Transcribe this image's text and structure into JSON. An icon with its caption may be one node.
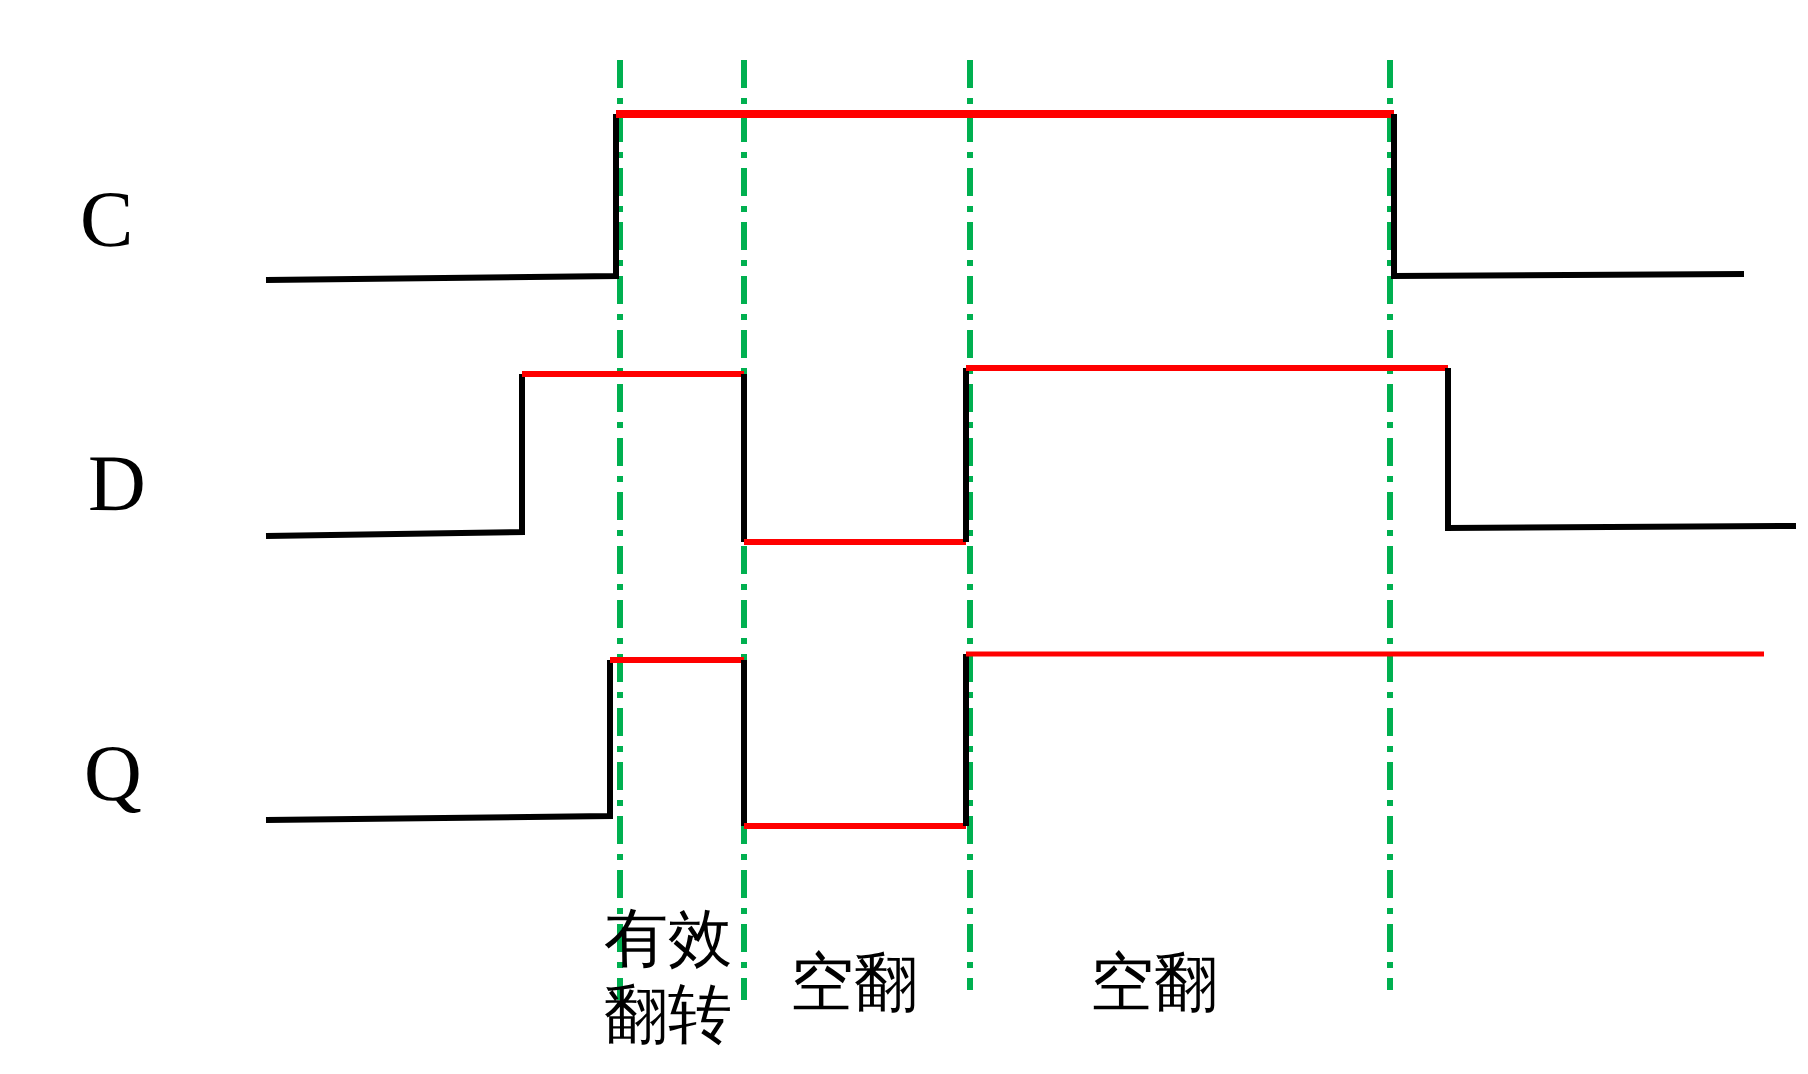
{
  "diagram": {
    "labels": [
      "C",
      "D",
      "Q",
      "有效翻转",
      "空翻",
      "空翻"
    ]
  }
}
